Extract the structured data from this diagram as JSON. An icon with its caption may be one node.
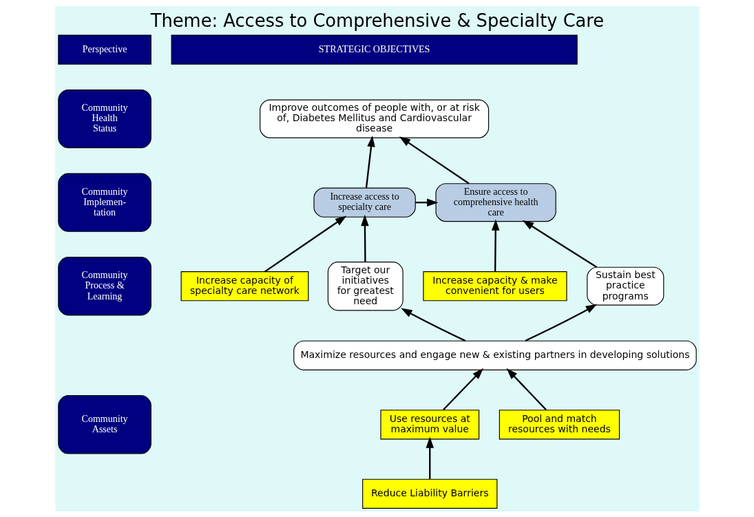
{
  "diagram": {
    "title": "Theme: Access to Comprehensive & Specialty Care",
    "nodes": [
      {
        "text": [
          "Perspective"
        ]
      },
      {
        "text": [
          "STRATEGIC OBJECTIVES"
        ]
      },
      {
        "text": [
          "Community Health Status"
        ]
      },
      {
        "text": [
          "Community Implemen- tation"
        ]
      },
      {
        "text": [
          "Community Process & Learning"
        ]
      },
      {
        "text": [
          "Community Assets"
        ]
      },
      {
        "text": [
          "Improve outcomes of people with, or at risk of, Diabetes Mellitus and Cardiovascular disease"
        ]
      },
      {
        "text": [
          "Ensure access to comprehensive health care"
        ]
      },
      {
        "text": [
          "Increase access to specialty care"
        ]
      },
      {
        "text": [
          "Increase capacity & make convenient for users"
        ]
      },
      {
        "text": [
          "Increase capacity of specialty care network"
        ]
      },
      {
        "text": [
          "Sustain best practice programs"
        ]
      },
      {
        "text": [
          "Target our initiatives for greatest need"
        ]
      },
      {
        "text": [
          "Maximize resources and engage new & existing partners in developing solutions"
        ]
      },
      {
        "text": [
          "Use resources at maximum value"
        ]
      },
      {
        "text": [
          "Pool and match resources with needs"
        ]
      },
      {
        "text": [
          "Reduce Liability Barriers"
        ]
      }
    ],
    "edges": [
      {
        "from": 7,
        "to": 6,
        "arrow": "to"
      },
      {
        "from": 8,
        "to": 6,
        "arrow": "to"
      },
      {
        "from": 8,
        "to": 7,
        "arrow": "to"
      },
      {
        "from": 9,
        "to": 7,
        "arrow": "to"
      },
      {
        "from": 10,
        "to": 8,
        "arrow": "to"
      },
      {
        "from": 11,
        "to": 7,
        "arrow": "to"
      },
      {
        "from": 12,
        "to": 8,
        "arrow": "to"
      },
      {
        "from": 13,
        "to": 11,
        "arrow": "to"
      },
      {
        "from": 13,
        "to": 12,
        "arrow": "to"
      },
      {
        "from": 14,
        "to": 13,
        "arrow": "to"
      },
      {
        "from": 15,
        "to": 13,
        "arrow": "to"
      },
      {
        "from": 16,
        "to": 14,
        "arrow": "to"
      }
    ]
  }
}
